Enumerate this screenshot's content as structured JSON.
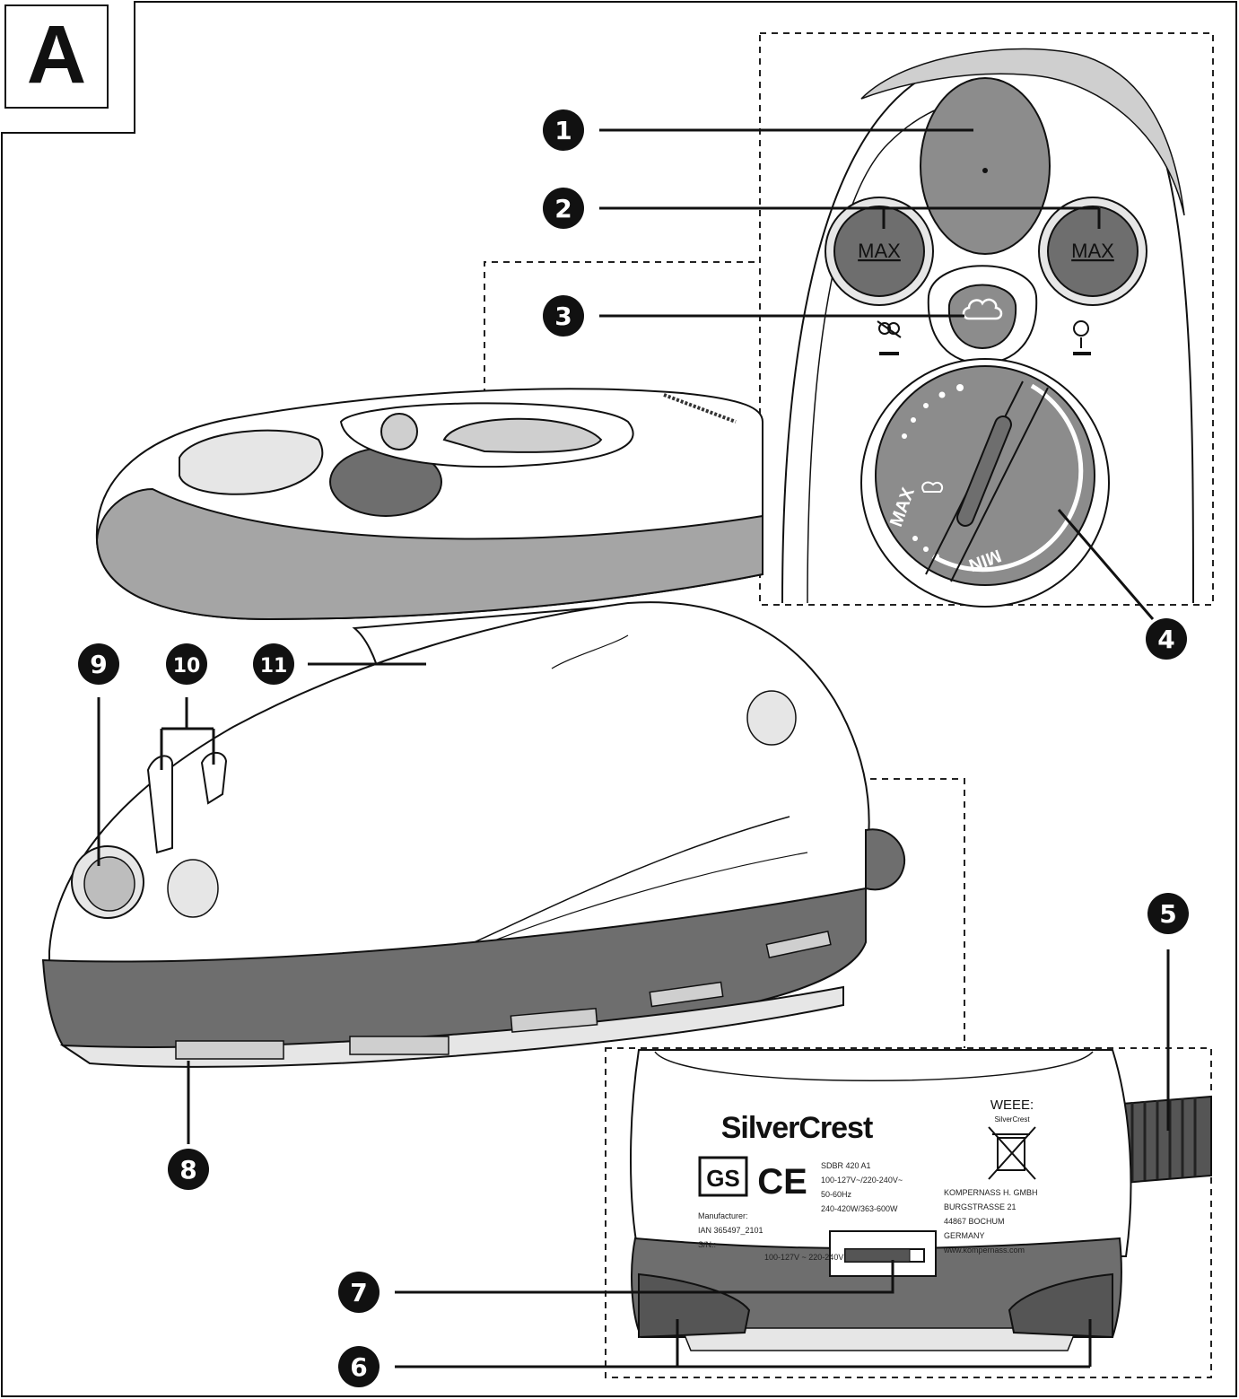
{
  "panel_letter": "A",
  "callouts": [
    {
      "id": "1",
      "label": "1"
    },
    {
      "id": "2",
      "label": "2"
    },
    {
      "id": "3",
      "label": "3"
    },
    {
      "id": "4",
      "label": "4"
    },
    {
      "id": "5",
      "label": "5"
    },
    {
      "id": "6",
      "label": "6"
    },
    {
      "id": "7",
      "label": "7"
    },
    {
      "id": "8",
      "label": "8"
    },
    {
      "id": "9",
      "label": "9"
    },
    {
      "id": "10",
      "label": "10"
    },
    {
      "id": "11",
      "label": "11"
    }
  ],
  "controls": {
    "max_left": "MAX",
    "max_right": "MAX",
    "dial_max": "MAX",
    "dial_min": "MIN"
  },
  "rating_label": {
    "brand": "SilverCrest",
    "weee_title": "WEEE:",
    "weee_sub": "SilverCrest",
    "gs_mark": "GS",
    "ce_mark": "CE",
    "model_lines": [
      "SDBR 420 A1",
      "100-127V~/220-240V~",
      "50-60Hz",
      "240-420W/363-600W"
    ],
    "manufacturer_lines": [
      "Manufacturer:",
      "IAN 365497_2101",
      "S/N.:"
    ],
    "address_lines": [
      "KOMPERNASS H. GMBH",
      "BURGSTRASSE 21",
      "44867 BOCHUM",
      "GERMANY",
      "www.kompernass.com"
    ],
    "voltage_switch": "100-127V ~ 220-240V ~"
  },
  "colors": {
    "line": "#111111",
    "dark_grey": "#6e6e6e",
    "mid_grey": "#8c8c8c",
    "light_grey": "#cfcfcf",
    "pale_grey": "#e6e6e6",
    "white": "#ffffff"
  }
}
